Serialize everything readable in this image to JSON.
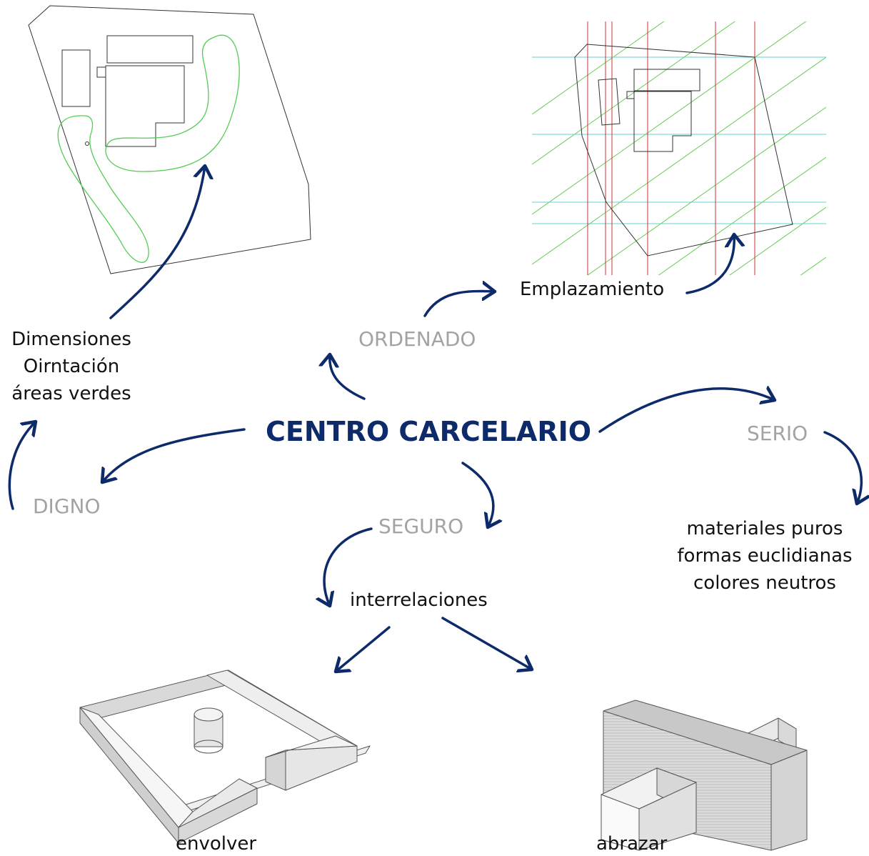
{
  "center": {
    "title": "CENTRO CARCELARIO"
  },
  "qualities": {
    "ordenado": "ORDENADO",
    "serio": "SERIO",
    "digno": "DIGNO",
    "seguro": "SEGURO"
  },
  "notes": {
    "emplazamiento": "Emplazamiento",
    "site_notes": [
      "Dimensiones",
      "Oirntación",
      "áreas verdes"
    ],
    "material_notes": [
      "materiales puros",
      "formas euclidianas",
      "colores neutros"
    ],
    "interrelaciones": "interrelaciones",
    "envolver": "envolver",
    "abrazar": "abrazar"
  },
  "colors": {
    "arrow": "#0d2a6a",
    "title": "#0d2a6a",
    "quality": "#a3a3a3",
    "grid_red": "#cc3333",
    "grid_cyan": "#5fd3d3",
    "grid_green": "#66cc55",
    "green_path": "#55cc55"
  }
}
